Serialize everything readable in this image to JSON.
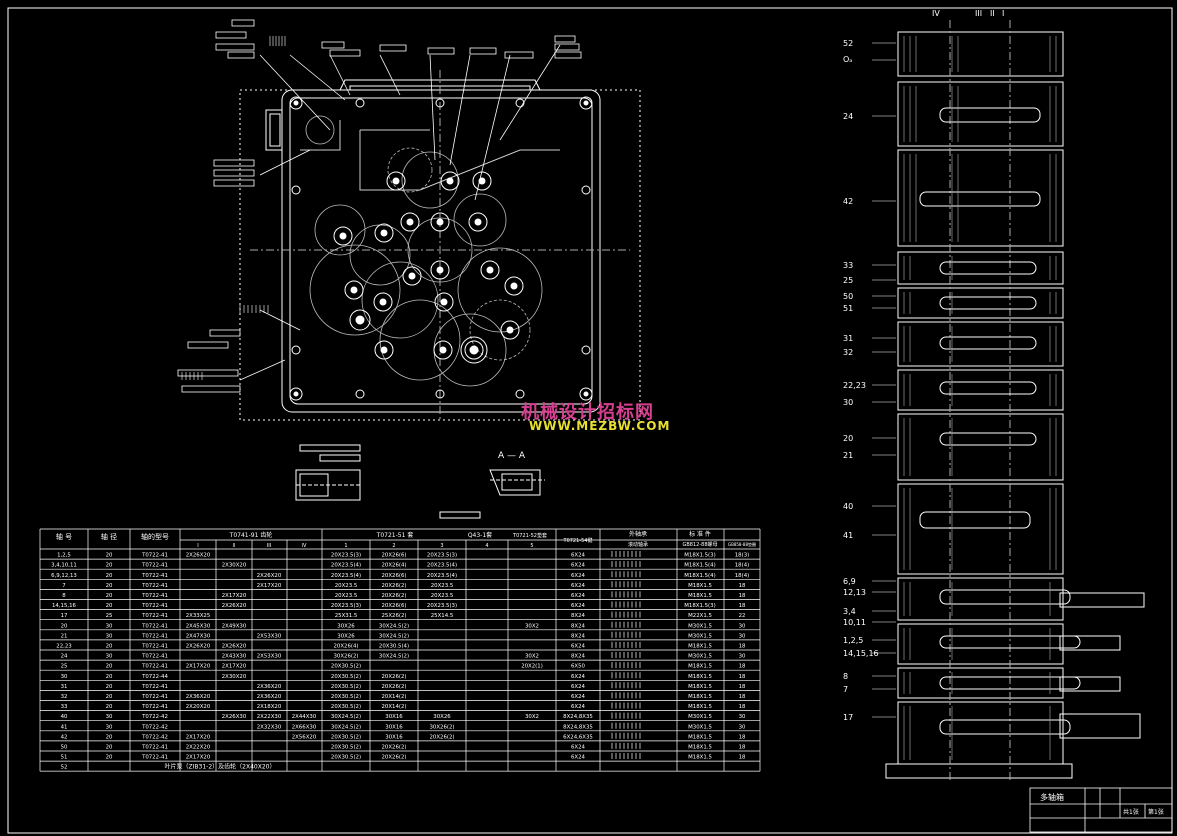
{
  "watermark": {
    "line1": "机械设计招标网",
    "line2": "WWW.MEZBW.COM",
    "color1": "#d64090",
    "color2": "#e8e030"
  },
  "section_label": "A — A",
  "roman_marks": [
    "IV",
    "III",
    "II",
    "I"
  ],
  "title_block": {
    "name": "多轴箱",
    "sheets": "共1张",
    "sheet_no": "第1张"
  },
  "shaft_labels": [
    {
      "text": "52"
    },
    {
      "text": "Oₐ"
    },
    {
      "text": "24"
    },
    {
      "text": "42"
    },
    {
      "text": "33"
    },
    {
      "text": "25"
    },
    {
      "text": "50"
    },
    {
      "text": "51"
    },
    {
      "text": "31"
    },
    {
      "text": "32"
    },
    {
      "text": "22,23"
    },
    {
      "text": "30"
    },
    {
      "text": "20"
    },
    {
      "text": "21"
    },
    {
      "text": "40"
    },
    {
      "text": "41"
    },
    {
      "text": "6,9"
    },
    {
      "text": "12,13"
    },
    {
      "text": "3,4"
    },
    {
      "text": "10,11"
    },
    {
      "text": "1,2,5"
    },
    {
      "text": "14,15,16"
    },
    {
      "text": "8"
    },
    {
      "text": "7"
    },
    {
      "text": "17"
    }
  ],
  "table": {
    "headers": {
      "shaft_no": "轴 号",
      "diameter": "轴 径",
      "model": "轴的型号",
      "g1": "T0741-91 齿轮",
      "g2": "T0721-51 套",
      "g3": "Q43-1套",
      "g4": "T0721-52垫套",
      "g5": "T0721-54键",
      "g6": "外轴承",
      "g7": "标 准 件",
      "g6sub": "滚动轴承",
      "g7sub1": "GB812-88螺母",
      "g7sub2": "GB858-88垫圈"
    },
    "sub_cols": [
      "I",
      "II",
      "III",
      "IV",
      "1",
      "2",
      "3",
      "4",
      "5"
    ],
    "rows": [
      [
        "1,2,5",
        "20",
        "T0722-41",
        "2X26X20",
        "",
        "",
        "",
        "20X23.5(3)",
        "20X26(6)",
        "20X23.5(3)",
        "",
        "",
        "6X24",
        "",
        "M18X1.5(3)",
        "18(3)"
      ],
      [
        "3,4,10,11",
        "20",
        "T0722-41",
        "",
        "2X30X20",
        "",
        "",
        "20X23.5(4)",
        "20X26(4)",
        "20X23.5(4)",
        "",
        "",
        "6X24",
        "",
        "M18X1.5(4)",
        "18(4)"
      ],
      [
        "6,9,12,13",
        "20",
        "T0722-41",
        "",
        "",
        "2X26X20",
        "",
        "20X23.5(4)",
        "20X26(6)",
        "20X23.5(4)",
        "",
        "",
        "6X24",
        "",
        "M18X1.5(4)",
        "18(4)"
      ],
      [
        "7",
        "20",
        "T0722-41",
        "",
        "",
        "2X17X20",
        "",
        "20X23.5",
        "20X26(2)",
        "20X23.5",
        "",
        "",
        "6X24",
        "",
        "M18X1.5",
        "18"
      ],
      [
        "8",
        "20",
        "T0722-41",
        "",
        "2X17X20",
        "",
        "",
        "20X23.5",
        "20X26(2)",
        "20X23.5",
        "",
        "",
        "6X24",
        "",
        "M18X1.5",
        "18"
      ],
      [
        "14,15,16",
        "20",
        "T0722-41",
        "",
        "2X26X20",
        "",
        "",
        "20X23.5(3)",
        "20X26(6)",
        "20X23.5(3)",
        "",
        "",
        "6X24",
        "",
        "M18X1.5(3)",
        "18"
      ],
      [
        "17",
        "25",
        "T0722-41",
        "2X33X25",
        "",
        "",
        "",
        "25X31.5",
        "25X26(2)",
        "25X14.5",
        "",
        "",
        "8X24",
        "",
        "M22X1.5",
        "22"
      ],
      [
        "20",
        "30",
        "T0722-41",
        "2X45X30",
        "2X49X30",
        "",
        "",
        "30X26",
        "30X24.5(2)",
        "",
        "",
        "30X2",
        "8X24",
        "",
        "M30X1.5",
        "30"
      ],
      [
        "21",
        "30",
        "T0722-41",
        "2X47X30",
        "",
        "2X53X30",
        "",
        "30X26",
        "30X24.5(2)",
        "",
        "",
        "",
        "8X24",
        "",
        "M30X1.5",
        "30"
      ],
      [
        "22,23",
        "20",
        "T0722-41",
        "2X26X20",
        "2X26X20",
        "",
        "",
        "20X26(4)",
        "20X30.5(4)",
        "",
        "",
        "",
        "6X24",
        "",
        "M18X1.5",
        "18"
      ],
      [
        "24",
        "30",
        "T0722-41",
        "",
        "2X43X30",
        "2X53X30",
        "",
        "30X26(2)",
        "30X24.5(2)",
        "",
        "",
        "30X2",
        "8X24",
        "",
        "M30X1.5",
        "30"
      ],
      [
        "25",
        "20",
        "T0722-41",
        "2X17X20",
        "2X17X20",
        "",
        "",
        "20X30.5(2)",
        "",
        "",
        "",
        "20X2(1)",
        "6X50",
        "",
        "M18X1.5",
        "18"
      ],
      [
        "30",
        "20",
        "T0722-44",
        "",
        "2X30X20",
        "",
        "",
        "20X30.5(2)",
        "20X26(2)",
        "",
        "",
        "",
        "6X24",
        "",
        "M18X1.5",
        "18"
      ],
      [
        "31",
        "20",
        "T0722-41",
        "",
        "",
        "2X36X20",
        "",
        "20X30.5(2)",
        "20X26(2)",
        "",
        "",
        "",
        "6X24",
        "",
        "M18X1.5",
        "18"
      ],
      [
        "32",
        "20",
        "T0722-41",
        "2X36X20",
        "",
        "2X36X20",
        "",
        "20X30.5(2)",
        "20X14(2)",
        "",
        "",
        "",
        "6X24",
        "",
        "M18X1.5",
        "18"
      ],
      [
        "33",
        "20",
        "T0722-41",
        "2X20X20",
        "",
        "2X18X20",
        "",
        "20X30.5(2)",
        "20X14(2)",
        "",
        "",
        "",
        "6X24",
        "",
        "M18X1.5",
        "18"
      ],
      [
        "40",
        "30",
        "T0722-42",
        "",
        "2X26X30",
        "2X22X30",
        "2X44X30",
        "30X24.5(2)",
        "30X16",
        "30X26",
        "",
        "30X2",
        "8X24,8X35",
        "",
        "M30X1.5",
        "30"
      ],
      [
        "41",
        "30",
        "T0722-42",
        "",
        "",
        "2X32X30",
        "2X66X30",
        "30X24.5(2)",
        "30X16",
        "30X26(2)",
        "",
        "",
        "8X24,8X35",
        "",
        "M30X1.5",
        "30"
      ],
      [
        "42",
        "20",
        "T0722-42",
        "2X17X20",
        "",
        "",
        "2X56X20",
        "20X30.5(2)",
        "30X16",
        "20X26(2)",
        "",
        "",
        "6X24,6X35",
        "",
        "M18X1.5",
        "18"
      ],
      [
        "50",
        "20",
        "T0722-41",
        "2X22X20",
        "",
        "",
        "",
        "20X30.5(2)",
        "20X26(2)",
        "",
        "",
        "",
        "6X24",
        "",
        "M18X1.5",
        "18"
      ],
      [
        "51",
        "20",
        "T0722-41",
        "2X17X20",
        "",
        "",
        "",
        "20X30.5(2)",
        "20X26(2)",
        "",
        "",
        "",
        "6X24",
        "",
        "M18X1.5",
        "18"
      ],
      [
        "52",
        "",
        "叶片泵（ZIB31-2）及齿轮（2X40X20）",
        "",
        "",
        "",
        "",
        "",
        "",
        "",
        "",
        "",
        "",
        "",
        "",
        ""
      ]
    ]
  }
}
